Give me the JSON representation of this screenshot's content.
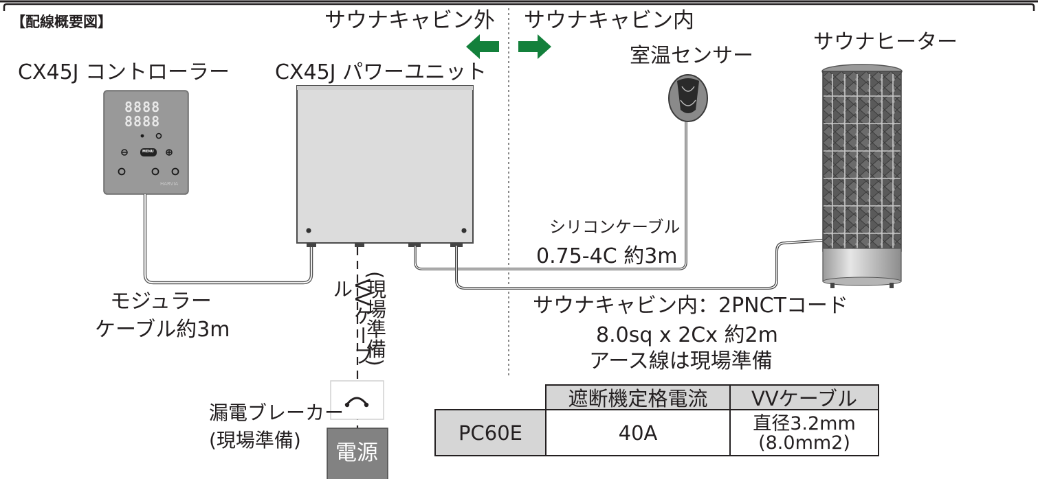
{
  "header": {
    "title": "【配線概要図】"
  },
  "zones": {
    "outside_label": "サウナキャビン外",
    "inside_label": "サウナキャビン内",
    "arrow_color": "#13803b"
  },
  "components": {
    "controller": {
      "label": "CX45J コントローラー",
      "display_row1": "8888",
      "display_row2": "8888",
      "menu_button": "MENU"
    },
    "power_unit": {
      "label": "CX45J パワーユニット"
    },
    "sensor": {
      "label": "室温センサー"
    },
    "heater": {
      "label": "サウナヒーター"
    },
    "breaker": {
      "label_line1": "漏電ブレーカー",
      "label_line2": "(現場準備)"
    },
    "power_source": {
      "label": "電源"
    }
  },
  "cables": {
    "modular": {
      "line1": "モジュラー",
      "line2": "ケーブル約3m"
    },
    "vv": {
      "line1": "VVケーブル",
      "line2": "(現場準備)"
    },
    "silicone": {
      "line1": "シリコンケーブル",
      "line2": "0.75-4C 約3m"
    },
    "heater_cord": {
      "line1": "サウナキャビン内：2PNCTコード",
      "line2": "8.0sq x 2Cx 約2m",
      "line3": "アース線は現場準備"
    }
  },
  "spec_table": {
    "headers": [
      "遮断機定格電流",
      "VVケーブル"
    ],
    "row": {
      "model": "PC60E",
      "current": "40A",
      "vv_line1": "直径3.2mm",
      "vv_line2": "(8.0mm2)"
    }
  }
}
